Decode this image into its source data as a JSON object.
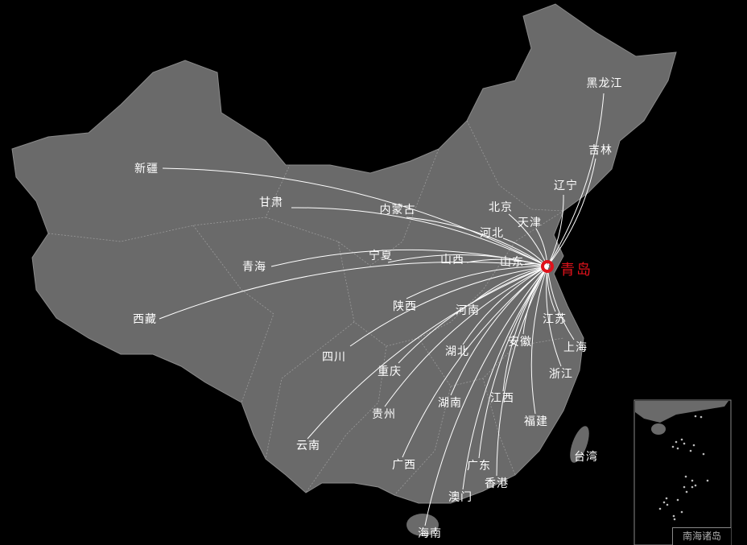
{
  "origin": {
    "name": "青岛",
    "color": "#e0121b"
  },
  "destinations": [
    "新疆",
    "甘肃",
    "内蒙古",
    "青海",
    "西藏",
    "宁夏",
    "山西",
    "河北",
    "北京",
    "天津",
    "辽宁",
    "吉林",
    "黑龙江",
    "山东",
    "陕西",
    "四川",
    "河南",
    "湖北",
    "重庆",
    "安徽",
    "江苏",
    "上海",
    "浙江",
    "江西",
    "湖南",
    "贵州",
    "福建",
    "云南",
    "广西",
    "广东",
    "香港",
    "澳门",
    "海南"
  ],
  "other_labels": [
    "台湾"
  ],
  "inset": {
    "title": "南海诸岛"
  },
  "colors": {
    "land": "#6a6a6a",
    "background": "#000000",
    "flow_line": "#ffffff",
    "border": "#9a9a9a"
  }
}
